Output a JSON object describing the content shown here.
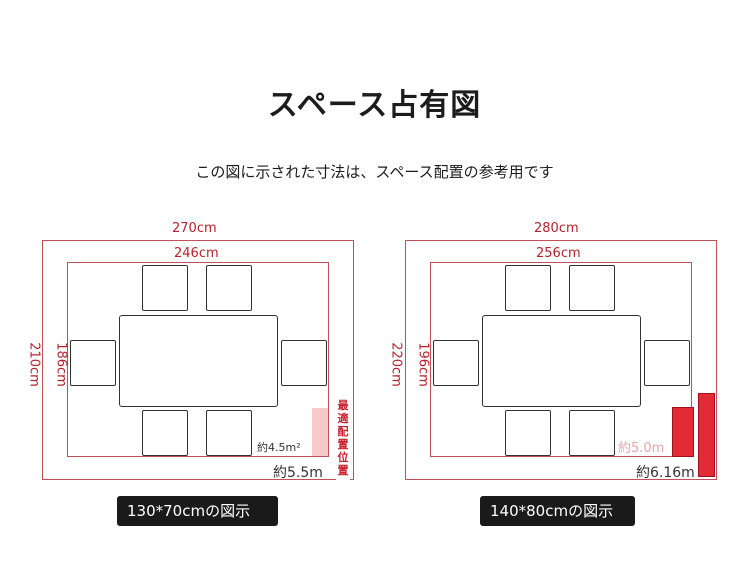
{
  "title": "スペース占有図",
  "subtitle": "この図に示された寸法は、スペース配置の参考用です",
  "left": {
    "outer_width": "270cm",
    "inner_width": "246cm",
    "outer_height": "210cm",
    "inner_height": "186cm",
    "area_inner": "約4.5m²",
    "area_outer": "約5.5m",
    "badge_text": [
      "最",
      "適",
      "配",
      "置",
      "位",
      "置"
    ],
    "caption": "130*70cmの図示"
  },
  "right": {
    "outer_width": "280cm",
    "inner_width": "256cm",
    "outer_height": "220cm",
    "inner_height": "196cm",
    "area_inner": "約5.0m",
    "area_outer": "約6.16m",
    "caption": "140*80cmの図示"
  },
  "colors": {
    "dimension": "#b7232d",
    "border": "#c1505a",
    "marker": "#e02b36",
    "caption_bg": "#1a1a1a"
  }
}
